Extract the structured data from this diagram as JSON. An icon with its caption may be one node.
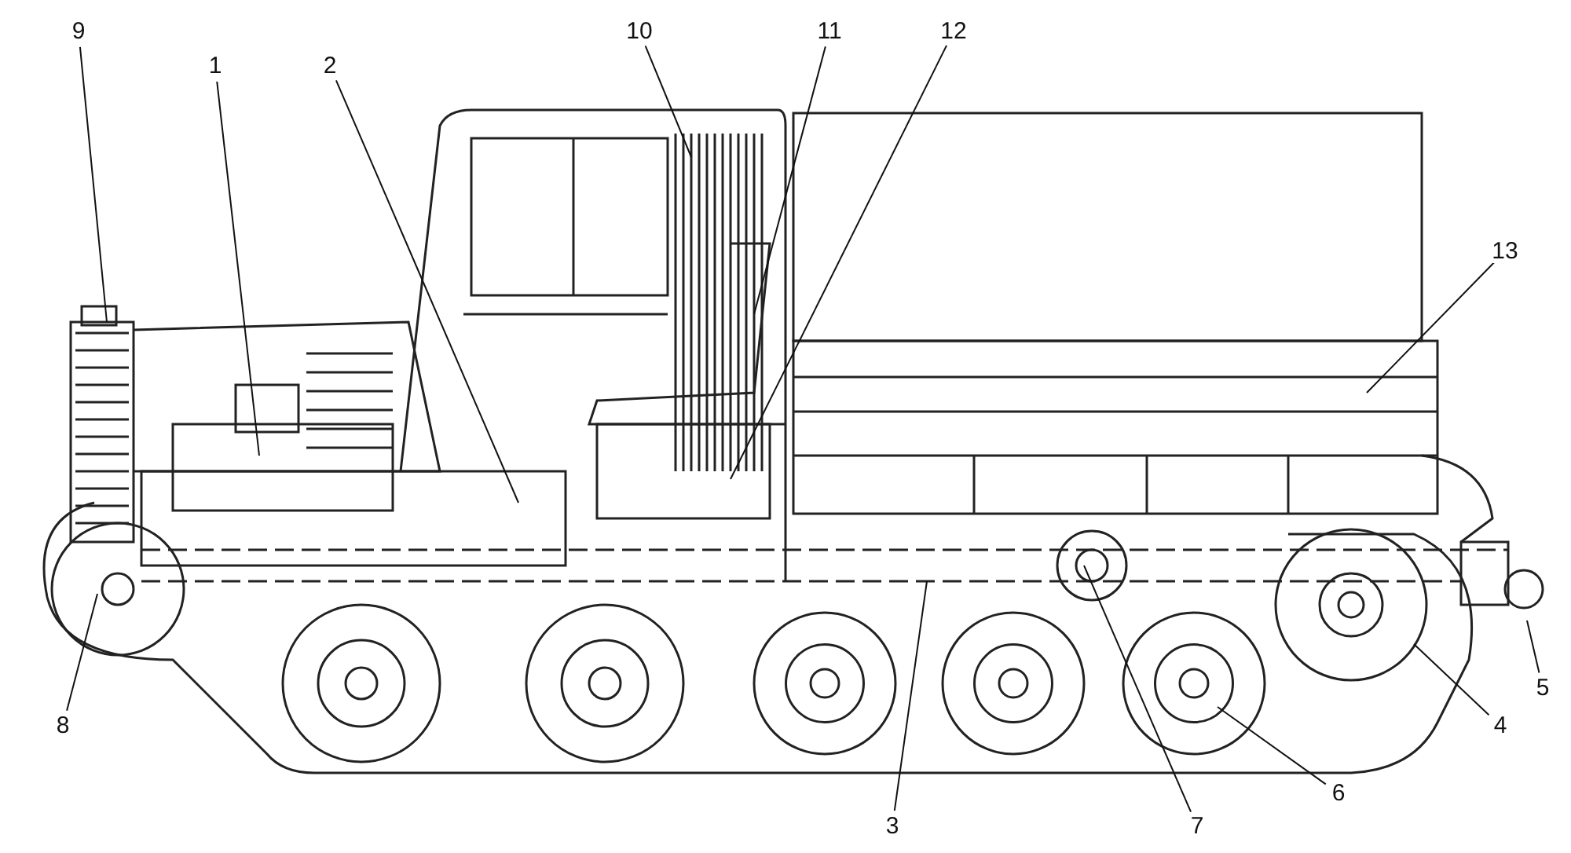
{
  "diagram": {
    "nodes": [
      {
        "text": [
          "1"
        ]
      },
      {
        "text": [
          "2"
        ]
      },
      {
        "text": [
          "3"
        ]
      },
      {
        "text": [
          "4"
        ]
      },
      {
        "text": [
          "5"
        ]
      },
      {
        "text": [
          "6"
        ]
      },
      {
        "text": [
          "7"
        ]
      },
      {
        "text": [
          "8"
        ]
      },
      {
        "text": [
          "9"
        ]
      },
      {
        "text": [
          "10"
        ]
      },
      {
        "text": [
          "11"
        ]
      },
      {
        "text": [
          "12"
        ]
      },
      {
        "text": [
          "13"
        ]
      }
    ],
    "edges": [
      {
        "from": 0,
        "to": null,
        "arrow": "none"
      },
      {
        "from": 1,
        "to": null,
        "arrow": "none"
      },
      {
        "from": 2,
        "to": null,
        "arrow": "none"
      },
      {
        "from": 3,
        "to": null,
        "arrow": "none"
      },
      {
        "from": 4,
        "to": null,
        "arrow": "none"
      },
      {
        "from": 5,
        "to": null,
        "arrow": "none"
      },
      {
        "from": 6,
        "to": null,
        "arrow": "none"
      },
      {
        "from": 7,
        "to": null,
        "arrow": "none"
      },
      {
        "from": 8,
        "to": null,
        "arrow": "none"
      },
      {
        "from": 9,
        "to": null,
        "arrow": "none"
      },
      {
        "from": 10,
        "to": null,
        "arrow": "none"
      },
      {
        "from": 11,
        "to": null,
        "arrow": "none"
      },
      {
        "from": 12,
        "to": null,
        "arrow": "none"
      }
    ]
  }
}
